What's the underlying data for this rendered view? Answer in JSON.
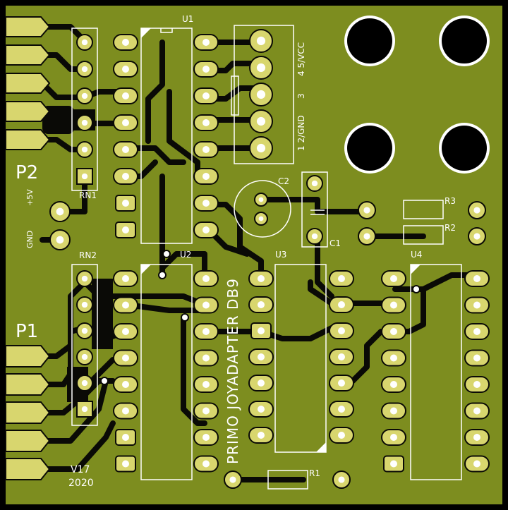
{
  "colors": {
    "board": "#7a8a1e",
    "copper": "#8a9a26",
    "mask_dark": "#0a0a06",
    "pad": "#d8d66e",
    "pad_hole": "#ffffff",
    "silk": "#ffffff",
    "edge": "#000000"
  },
  "labels": {
    "u1": "U1",
    "u2": "U2",
    "u3": "U3",
    "u4": "U4",
    "rn1": "RN1",
    "rn2": "RN2",
    "c1": "C1",
    "c2": "C2",
    "r1": "R1",
    "r2": "R2",
    "r3": "R3",
    "p1": "P1",
    "p2": "P2",
    "plus5v": "+5V",
    "gnd": "GND",
    "conn_5vcc": "4 5/VCC",
    "conn_3": "3",
    "conn_2gnd": "1 2/GND",
    "title": "PRIMO JOYADAPTER DB9",
    "version": "V17",
    "year": "2020"
  }
}
